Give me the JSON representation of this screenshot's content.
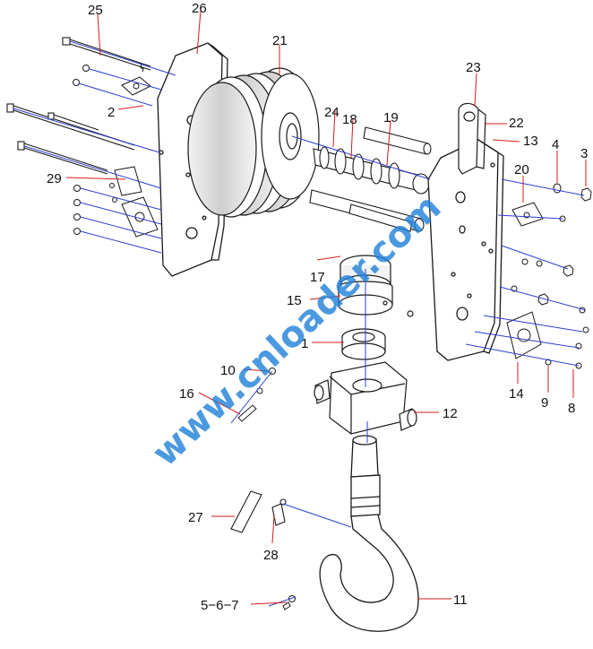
{
  "diagram": {
    "callouts": [
      {
        "id": "c1",
        "label": "1"
      },
      {
        "id": "c2",
        "label": "2"
      },
      {
        "id": "c3",
        "label": "3"
      },
      {
        "id": "c4",
        "label": "4"
      },
      {
        "id": "c8",
        "label": "8"
      },
      {
        "id": "c9",
        "label": "9"
      },
      {
        "id": "c10",
        "label": "10"
      },
      {
        "id": "c11",
        "label": "11"
      },
      {
        "id": "c12",
        "label": "12"
      },
      {
        "id": "c13",
        "label": "13"
      },
      {
        "id": "c14",
        "label": "14"
      },
      {
        "id": "c15",
        "label": "15"
      },
      {
        "id": "c16",
        "label": "16"
      },
      {
        "id": "c17",
        "label": "17"
      },
      {
        "id": "c18",
        "label": "18"
      },
      {
        "id": "c19",
        "label": "19"
      },
      {
        "id": "c20",
        "label": "20"
      },
      {
        "id": "c21",
        "label": "21"
      },
      {
        "id": "c22",
        "label": "22"
      },
      {
        "id": "c23",
        "label": "23"
      },
      {
        "id": "c24",
        "label": "24"
      },
      {
        "id": "c25",
        "label": "25"
      },
      {
        "id": "c26",
        "label": "26"
      },
      {
        "id": "c27",
        "label": "27"
      },
      {
        "id": "c28",
        "label": "28"
      },
      {
        "id": "c29",
        "label": "29"
      },
      {
        "id": "c567",
        "label": "5−6−7"
      }
    ],
    "watermark": "www.cnloader.com",
    "colors": {
      "leader": "#d81b1b",
      "axis": "#2a3fd0",
      "line": "#1a1a1a",
      "watermark": "#1e7fd8"
    }
  }
}
